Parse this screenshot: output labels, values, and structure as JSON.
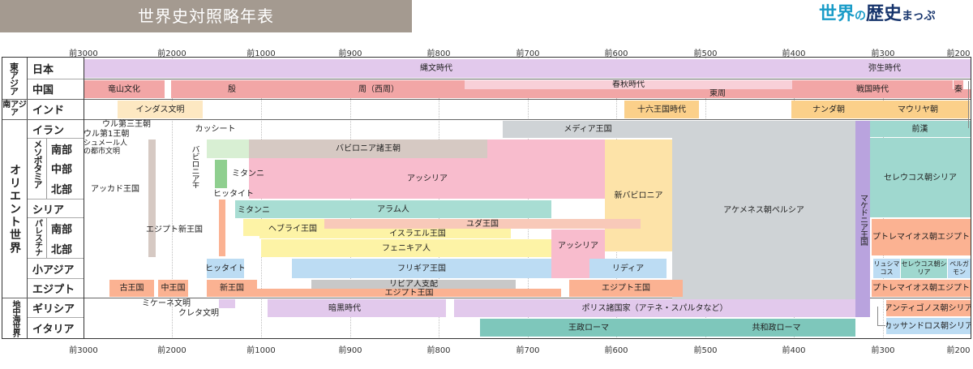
{
  "title": "世界史対照略年表",
  "logo": {
    "part1": "世界",
    "part2": "の",
    "part3": "歴史",
    "part4": "まっぷ"
  },
  "years": [
    "前3000",
    "前2000",
    "前1000",
    "前900",
    "前800",
    "前700",
    "前600",
    "前500",
    "前400",
    "前300",
    "前200"
  ],
  "regions": {
    "east_asia": "東アジア",
    "south_asia": "南アジア",
    "orient": "オリエント世界",
    "mediterranean": "地中海世界"
  },
  "rows": {
    "japan": "日本",
    "china": "中国",
    "india": "インド",
    "iran": "イラン",
    "meso": "メソポタミア",
    "meso_south": "南部",
    "meso_mid": "中部",
    "meso_north": "北部",
    "syria": "シリア",
    "pales": "パレスチナ",
    "pales_south": "南部",
    "pales_north": "北部",
    "asia_minor": "小アジア",
    "egypt": "エジプト",
    "greece": "ギリシア",
    "italy": "イタリア"
  },
  "bars": {
    "jomon": "縄文時代",
    "yayoi": "弥生時代",
    "longshan": "竜山文化",
    "yin": "殷",
    "zhou": "周（西周）",
    "spring_autumn": "春秋時代",
    "east_zhou": "東周",
    "warring": "戦国時代",
    "qin": "秦",
    "indus": "インダス文明",
    "sixteen": "十六王国時代",
    "nanda": "ナンダ朝",
    "maurya": "マウリヤ朝",
    "kassite": "カッシート",
    "media": "メディア王国",
    "qianhan": "前漢",
    "babylonia": "バビロニア諸王朝",
    "assyria": "アッシリア",
    "mitanni_meso": "ミタンニ",
    "old_babylon": "古バビロニア王国",
    "neo_babylon": "新バビロニア",
    "achaemenid": "アケメネス朝ペルシア",
    "macedon": "マケドニア王国",
    "seleucid": "セレウコス朝シリア",
    "aram": "アラム人",
    "hebrew": "ヘブライ王国",
    "judah": "ユダ王国",
    "israel": "イスラエル王国",
    "phoenicia": "フェニキア人",
    "assyria2": "アッシリア",
    "ptolemy1": "プトレマイオス朝エジプト",
    "hittite": "ヒッタイト",
    "phrygia": "フリギア王国",
    "lydia": "リディア",
    "lysimachos": "リュシマコス",
    "seleucid_small": "セレウコス朝シリア",
    "pergamon": "ペルガモン",
    "old_kingdom": "古王国",
    "middle_kingdom": "中王国",
    "new_kingdom": "新王国",
    "libyan": "リビア人支配",
    "egypt_kingdom": "エジプト王国",
    "egypt_kingdom2": "エジプト王国",
    "ptolemy2": "プトレマイオス朝エジプト",
    "dark_age": "暗黒時代",
    "polis": "ポリス諸国家（アテネ・スパルタなど）",
    "antigonid": "アンティゴノス朝シリア",
    "roman_kingdom": "王政ローマ",
    "roman_republic": "共和政ローマ",
    "cassander": "カッサンドロス朝シリア"
  },
  "labels": {
    "ur3": "ウル第三王朝",
    "ur1": "ウル第1王朝",
    "sumer": "シュメール人の都市文明",
    "akkad": "アッカド王国",
    "mitanni_lbl": "ミタンニ",
    "hittite_lbl": "ヒッタイト",
    "mitanni_syria": "ミタンニ",
    "egypt_new": "エジプト新王国",
    "mycenae": "ミケーネ文明",
    "crete": "クレタ文明"
  },
  "colors": {
    "purple": "#e2c9ec",
    "red": "#f2a6a6",
    "orange": "#fbd08a",
    "grey": "#cfd3d6",
    "teal": "#9fd8cf",
    "pink": "#f8bccd",
    "yellow": "#fdf3a6",
    "blue": "#bcdcf3",
    "salmon": "#fbb292",
    "tan": "#d6c9c3",
    "lavender": "#c6b2e4"
  }
}
